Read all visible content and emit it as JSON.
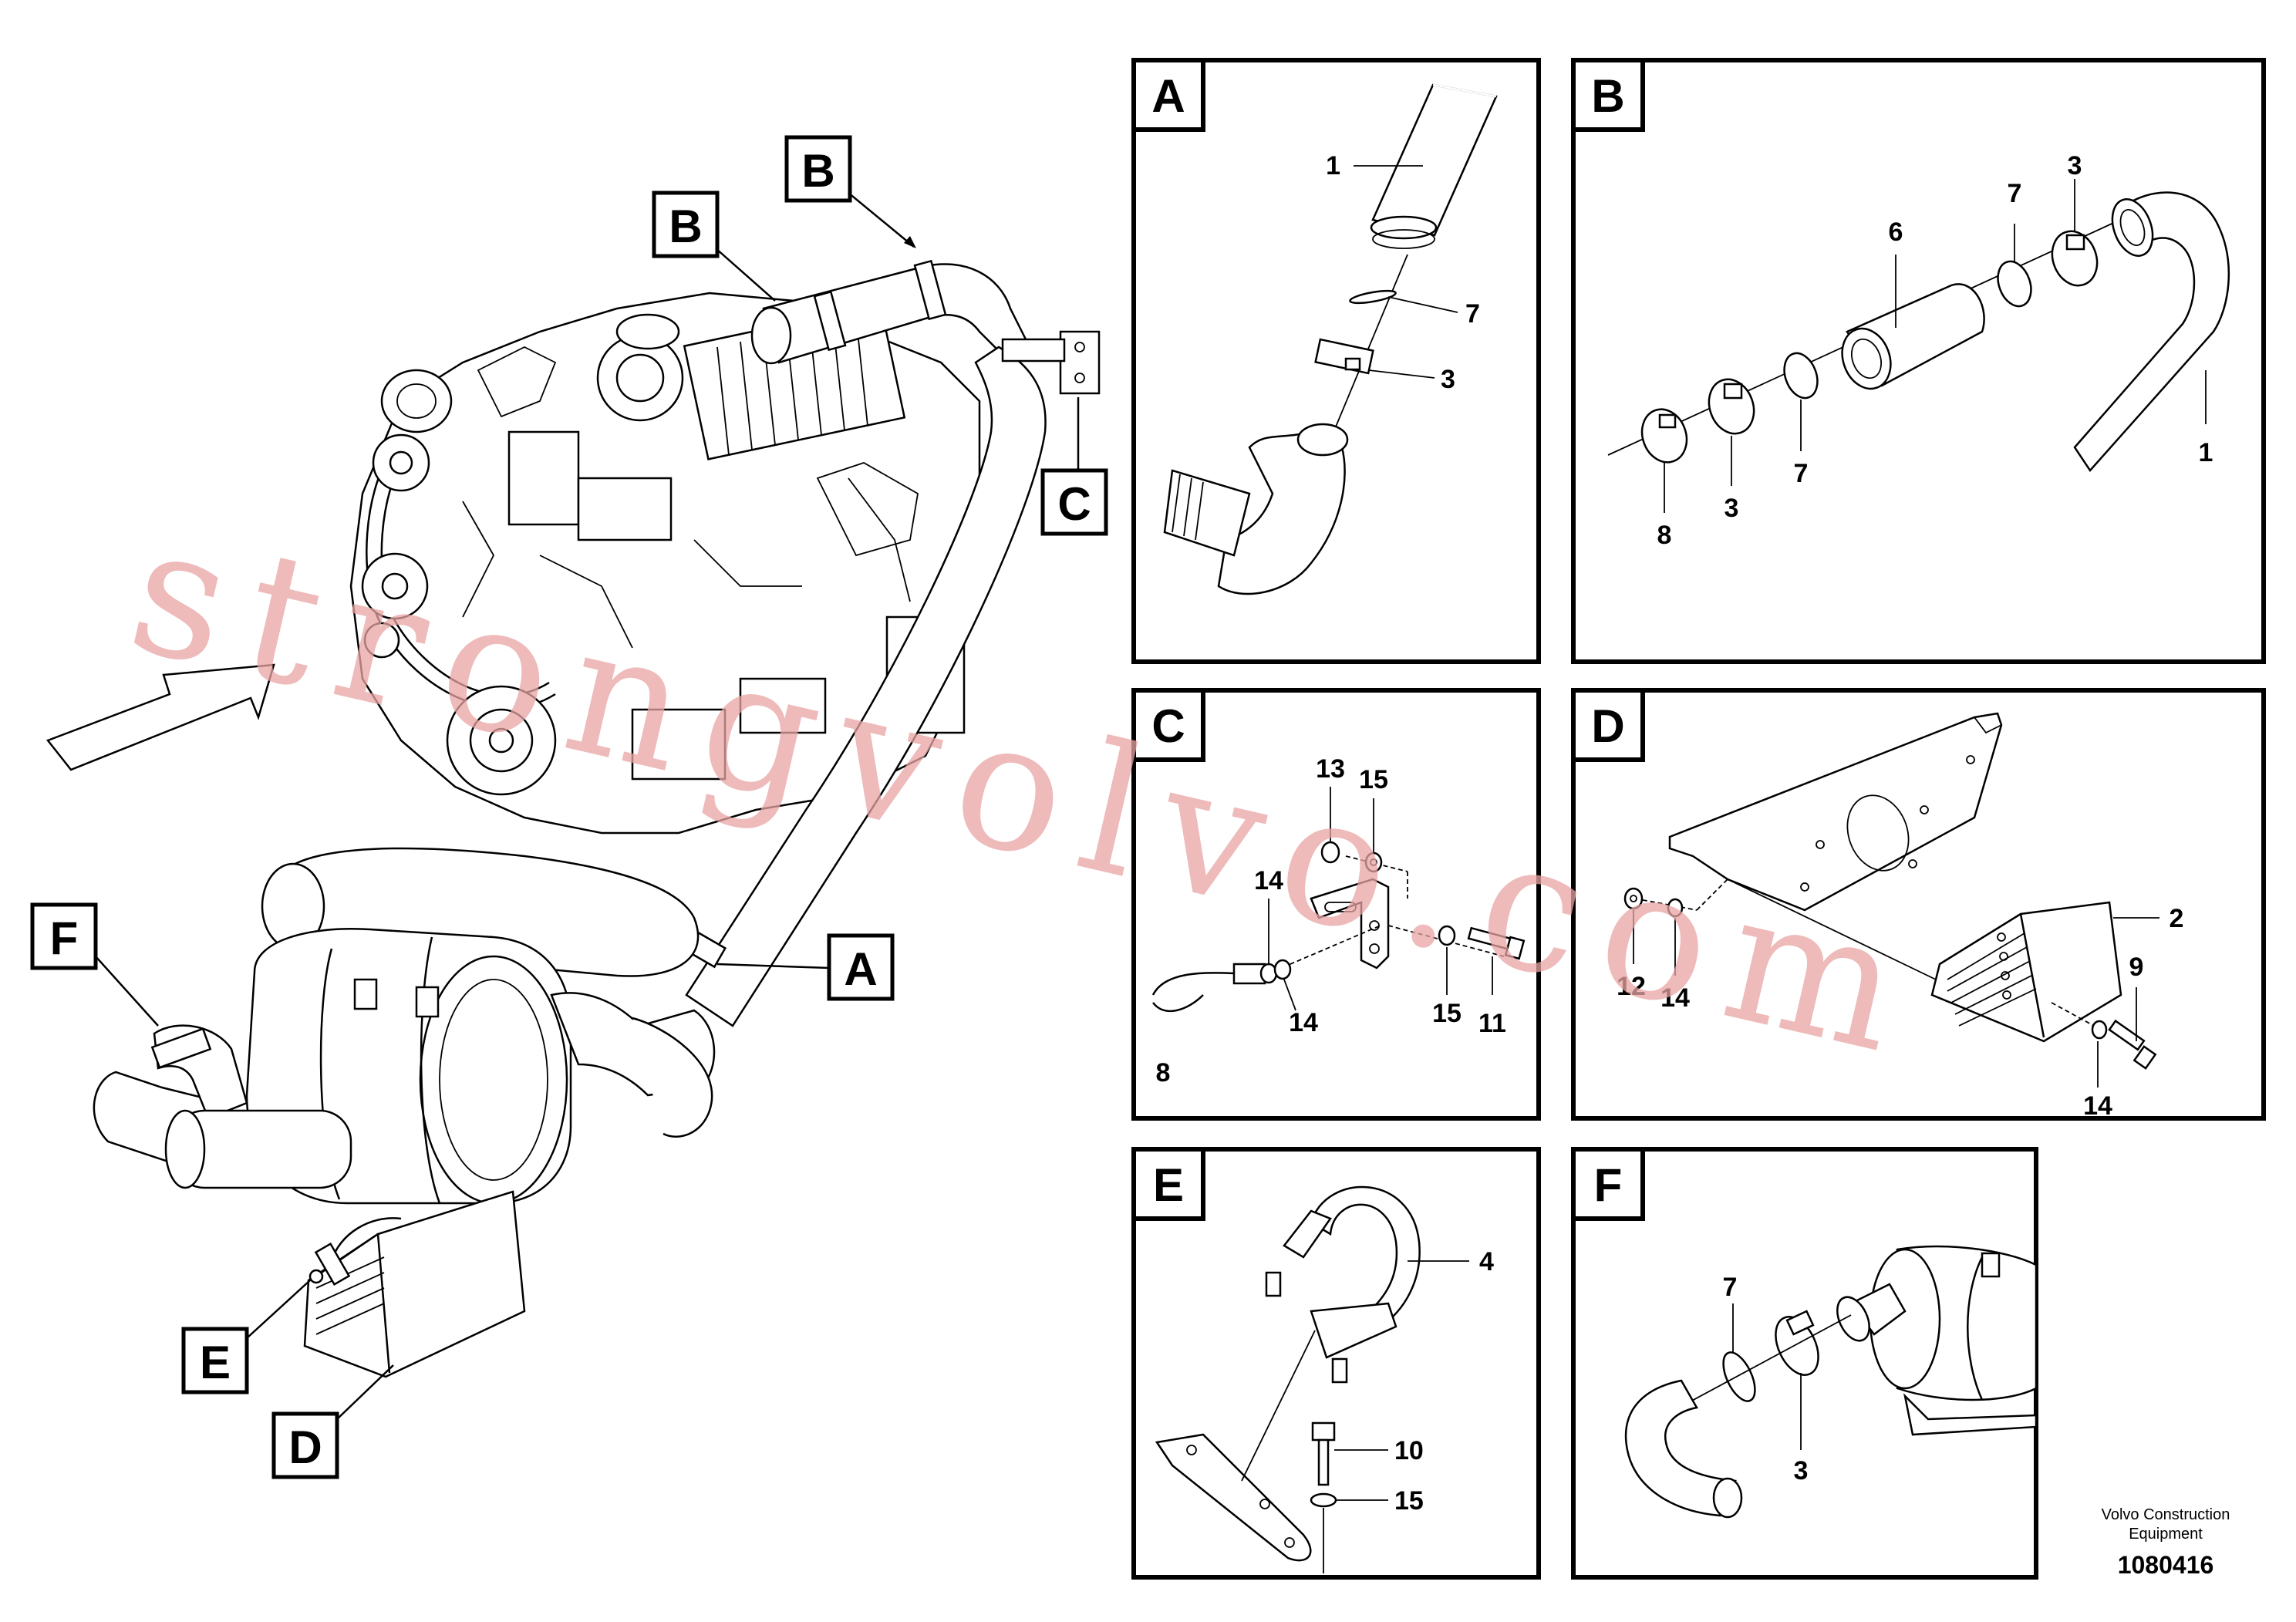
{
  "overview": {
    "views": [
      "A",
      "B",
      "C",
      "D",
      "E",
      "F"
    ]
  },
  "panels": {
    "A": {
      "letter": "A",
      "callouts": [
        "1",
        "7",
        "3"
      ]
    },
    "B": {
      "letter": "B",
      "callouts": [
        "3",
        "7",
        "6",
        "1",
        "8",
        "3",
        "7"
      ]
    },
    "C": {
      "letter": "C",
      "callouts": [
        "13",
        "15",
        "14",
        "15",
        "11",
        "14",
        "8"
      ]
    },
    "D": {
      "letter": "D",
      "callouts": [
        "2",
        "9",
        "12",
        "14",
        "14"
      ]
    },
    "E": {
      "letter": "E",
      "callouts": [
        "4",
        "10",
        "15"
      ]
    },
    "F": {
      "letter": "F",
      "callouts": [
        "7",
        "3"
      ]
    }
  },
  "footer": {
    "brand_line1": "Volvo Construction",
    "brand_line2": "Equipment",
    "drawing_number": "1080416"
  },
  "watermark": "strongvolvo.com"
}
